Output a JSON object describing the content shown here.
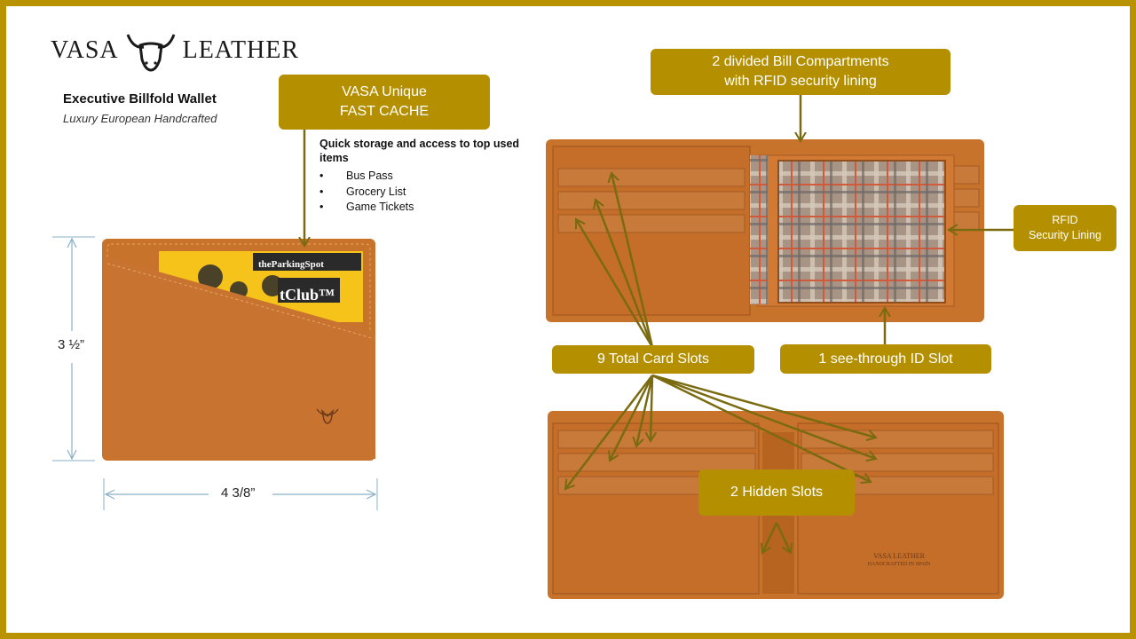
{
  "brand": {
    "left_word": "VASA",
    "right_word": "LEATHER"
  },
  "product": {
    "title": "Executive Billfold Wallet",
    "subtitle": "Luxury European Handcrafted"
  },
  "callouts": {
    "fast_cache": {
      "line1": "VASA Unique",
      "line2": "FAST CACHE"
    },
    "bill_compartments": {
      "line1": "2 divided Bill Compartments",
      "line2": "with RFID security lining"
    },
    "rfid": {
      "line1": "RFID",
      "line2": "Security Lining"
    },
    "card_slots": "9 Total Card Slots",
    "id_slot": "1 see-through ID Slot",
    "hidden_slots": "2 Hidden Slots"
  },
  "cache_description": {
    "heading": "Quick storage and access to top used items",
    "items": [
      "Bus Pass",
      "Grocery List",
      "Game Tickets"
    ]
  },
  "dimensions": {
    "height": "3 ½”",
    "width": "4 3/8”"
  },
  "card_print": {
    "brand": "theParkingSpot",
    "club": "tClub™"
  },
  "wallet_stamp": {
    "line1": "VASA LEATHER",
    "line2": "HANDCRAFTED IN SPAIN"
  },
  "colors": {
    "gold": "#b48f00",
    "frame": "#b99200",
    "leather": "#c8732c",
    "arrow": "#7a6a10"
  }
}
